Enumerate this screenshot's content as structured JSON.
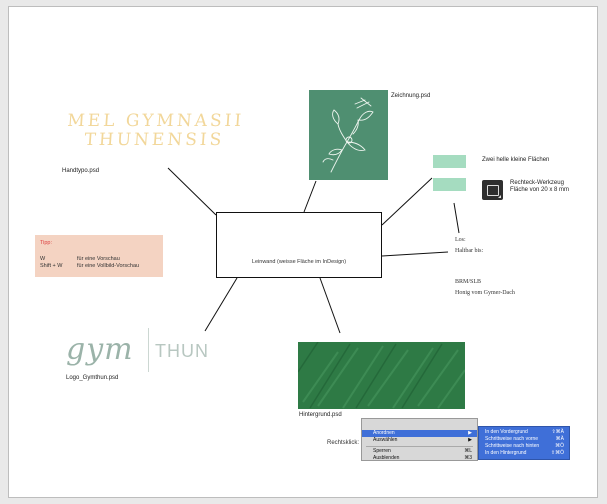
{
  "handtypo": {
    "line1": "MEL GYMNASII",
    "line2": "THUNENSIS",
    "caption": "Handtypo.psd"
  },
  "zeichnung": {
    "caption": "Zeichnung.psd"
  },
  "flaechen": {
    "label": "Zwei helle kleine Flächen"
  },
  "werkzeug": {
    "line1": "Rechteck-Werkzeug",
    "line2": "Fläche von 20 x 8 mm"
  },
  "canvas": {
    "label": "Leinwand (weisse Fläche im InDesign)"
  },
  "tip": {
    "title": "Tipp:",
    "rows": [
      {
        "key": "W",
        "value": "für eine Vorschau"
      },
      {
        "key": "Shift + W",
        "value": "für eine Vollbild-Vorschau"
      }
    ]
  },
  "notes": {
    "los": "Los:",
    "haltbar": "Haltbar bis:",
    "brm": "BRM/SLB",
    "honig": "Honig vom Gymer-Dach"
  },
  "logo": {
    "gym": "gym",
    "thun": "THUN",
    "caption": "Logo_Gymthun.psd"
  },
  "hintergrund": {
    "caption": "Hintergrund.psd"
  },
  "rechtsklick": {
    "label": "Rechtsklick:",
    "menu": [
      {
        "label": "Anordnen",
        "arrow": "▶",
        "highlighted": true
      },
      {
        "label": "Auswählen",
        "arrow": "▶"
      },
      {
        "label": "Sperren",
        "shortcut": "⌘L"
      },
      {
        "label": "Ausblenden",
        "shortcut": "⌘3"
      }
    ],
    "submenu": [
      {
        "label": "In den Vordergrund",
        "shortcut": "⇧⌘Ä"
      },
      {
        "label": "Schrittweise nach vorne",
        "shortcut": "⌘Ä"
      },
      {
        "label": "Schrittweise nach hinten",
        "shortcut": "⌘Ö"
      },
      {
        "label": "In den Hintergrund",
        "shortcut": "⇧⌘Ö"
      }
    ]
  },
  "colors": {
    "handwrite": "#f2d79a",
    "drawing_bg": "#4f8f71",
    "mint": "#a5dcc0",
    "tip_bg": "#f4d3c2",
    "tip_title": "#dd4444",
    "background_image": "#2e7a45",
    "menu_highlight": "#3f6fd8"
  }
}
